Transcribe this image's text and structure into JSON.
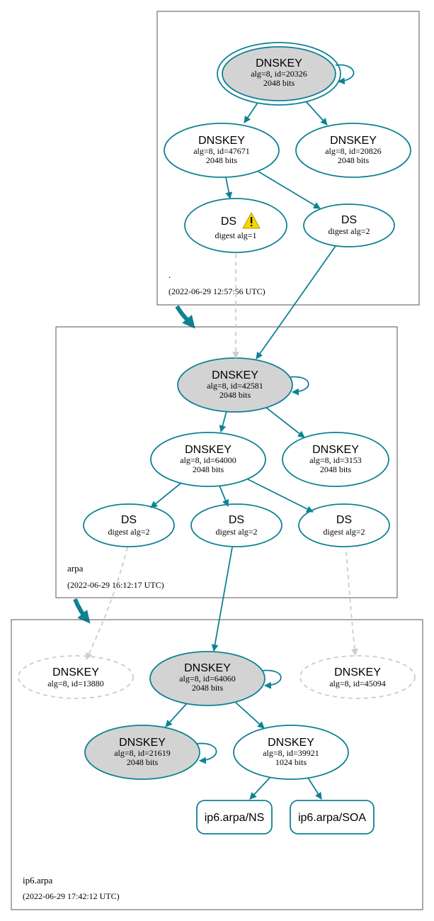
{
  "zones": {
    "root": {
      "label": ".",
      "timestamp": "(2022-06-29 12:57:56 UTC)"
    },
    "arpa": {
      "label": "arpa",
      "timestamp": "(2022-06-29 16:12:17 UTC)"
    },
    "ip6arpa": {
      "label": "ip6.arpa",
      "timestamp": "(2022-06-29 17:42:12 UTC)"
    }
  },
  "nodes": {
    "root_ksk": {
      "title": "DNSKEY",
      "line1": "alg=8, id=20326",
      "line2": "2048 bits"
    },
    "root_zsk1": {
      "title": "DNSKEY",
      "line1": "alg=8, id=47671",
      "line2": "2048 bits"
    },
    "root_zsk2": {
      "title": "DNSKEY",
      "line1": "alg=8, id=20826",
      "line2": "2048 bits"
    },
    "root_ds1": {
      "title": "DS",
      "line1": "digest alg=1",
      "warning": "⚠"
    },
    "root_ds2": {
      "title": "DS",
      "line1": "digest alg=2"
    },
    "arpa_ksk": {
      "title": "DNSKEY",
      "line1": "alg=8, id=42581",
      "line2": "2048 bits"
    },
    "arpa_zsk1": {
      "title": "DNSKEY",
      "line1": "alg=8, id=64000",
      "line2": "2048 bits"
    },
    "arpa_zsk2": {
      "title": "DNSKEY",
      "line1": "alg=8, id=3153",
      "line2": "2048 bits"
    },
    "arpa_ds1": {
      "title": "DS",
      "line1": "digest alg=2"
    },
    "arpa_ds2": {
      "title": "DS",
      "line1": "digest alg=2"
    },
    "arpa_ds3": {
      "title": "DS",
      "line1": "digest alg=2"
    },
    "ip6_dnskey_left": {
      "title": "DNSKEY",
      "line1": "alg=8, id=13880"
    },
    "ip6_ksk": {
      "title": "DNSKEY",
      "line1": "alg=8, id=64060",
      "line2": "2048 bits"
    },
    "ip6_dnskey_right": {
      "title": "DNSKEY",
      "line1": "alg=8, id=45094"
    },
    "ip6_key1": {
      "title": "DNSKEY",
      "line1": "alg=8, id=21619",
      "line2": "2048 bits"
    },
    "ip6_zsk": {
      "title": "DNSKEY",
      "line1": "alg=8, id=39921",
      "line2": "1024 bits"
    },
    "ip6_ns": {
      "title": "ip6.arpa/NS"
    },
    "ip6_soa": {
      "title": "ip6.arpa/SOA"
    }
  },
  "colors": {
    "edge": "#0e8294",
    "dashed": "#cccccc",
    "ksk_fill": "#d3d3d3",
    "warning": "#f5d600"
  }
}
